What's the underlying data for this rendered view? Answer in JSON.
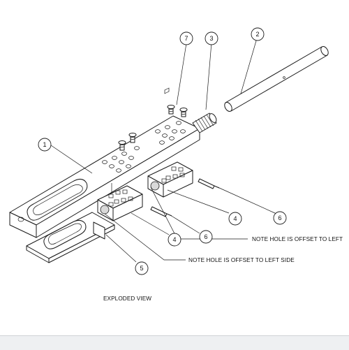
{
  "balloons": [
    {
      "id": "b1",
      "label": "1"
    },
    {
      "id": "b2",
      "label": "2"
    },
    {
      "id": "b3",
      "label": "3"
    },
    {
      "id": "b4a",
      "label": "4"
    },
    {
      "id": "b4b",
      "label": "4"
    },
    {
      "id": "b5",
      "label": "5"
    },
    {
      "id": "b6a",
      "label": "6"
    },
    {
      "id": "b6b",
      "label": "6"
    },
    {
      "id": "b7",
      "label": "7"
    }
  ],
  "notes": {
    "upper": "NOTE HOLE IS OFFSET TO LEFT",
    "lower": "NOTE HOLE IS OFFSET TO LEFT SIDE"
  },
  "caption": "EXPLODED VIEW"
}
